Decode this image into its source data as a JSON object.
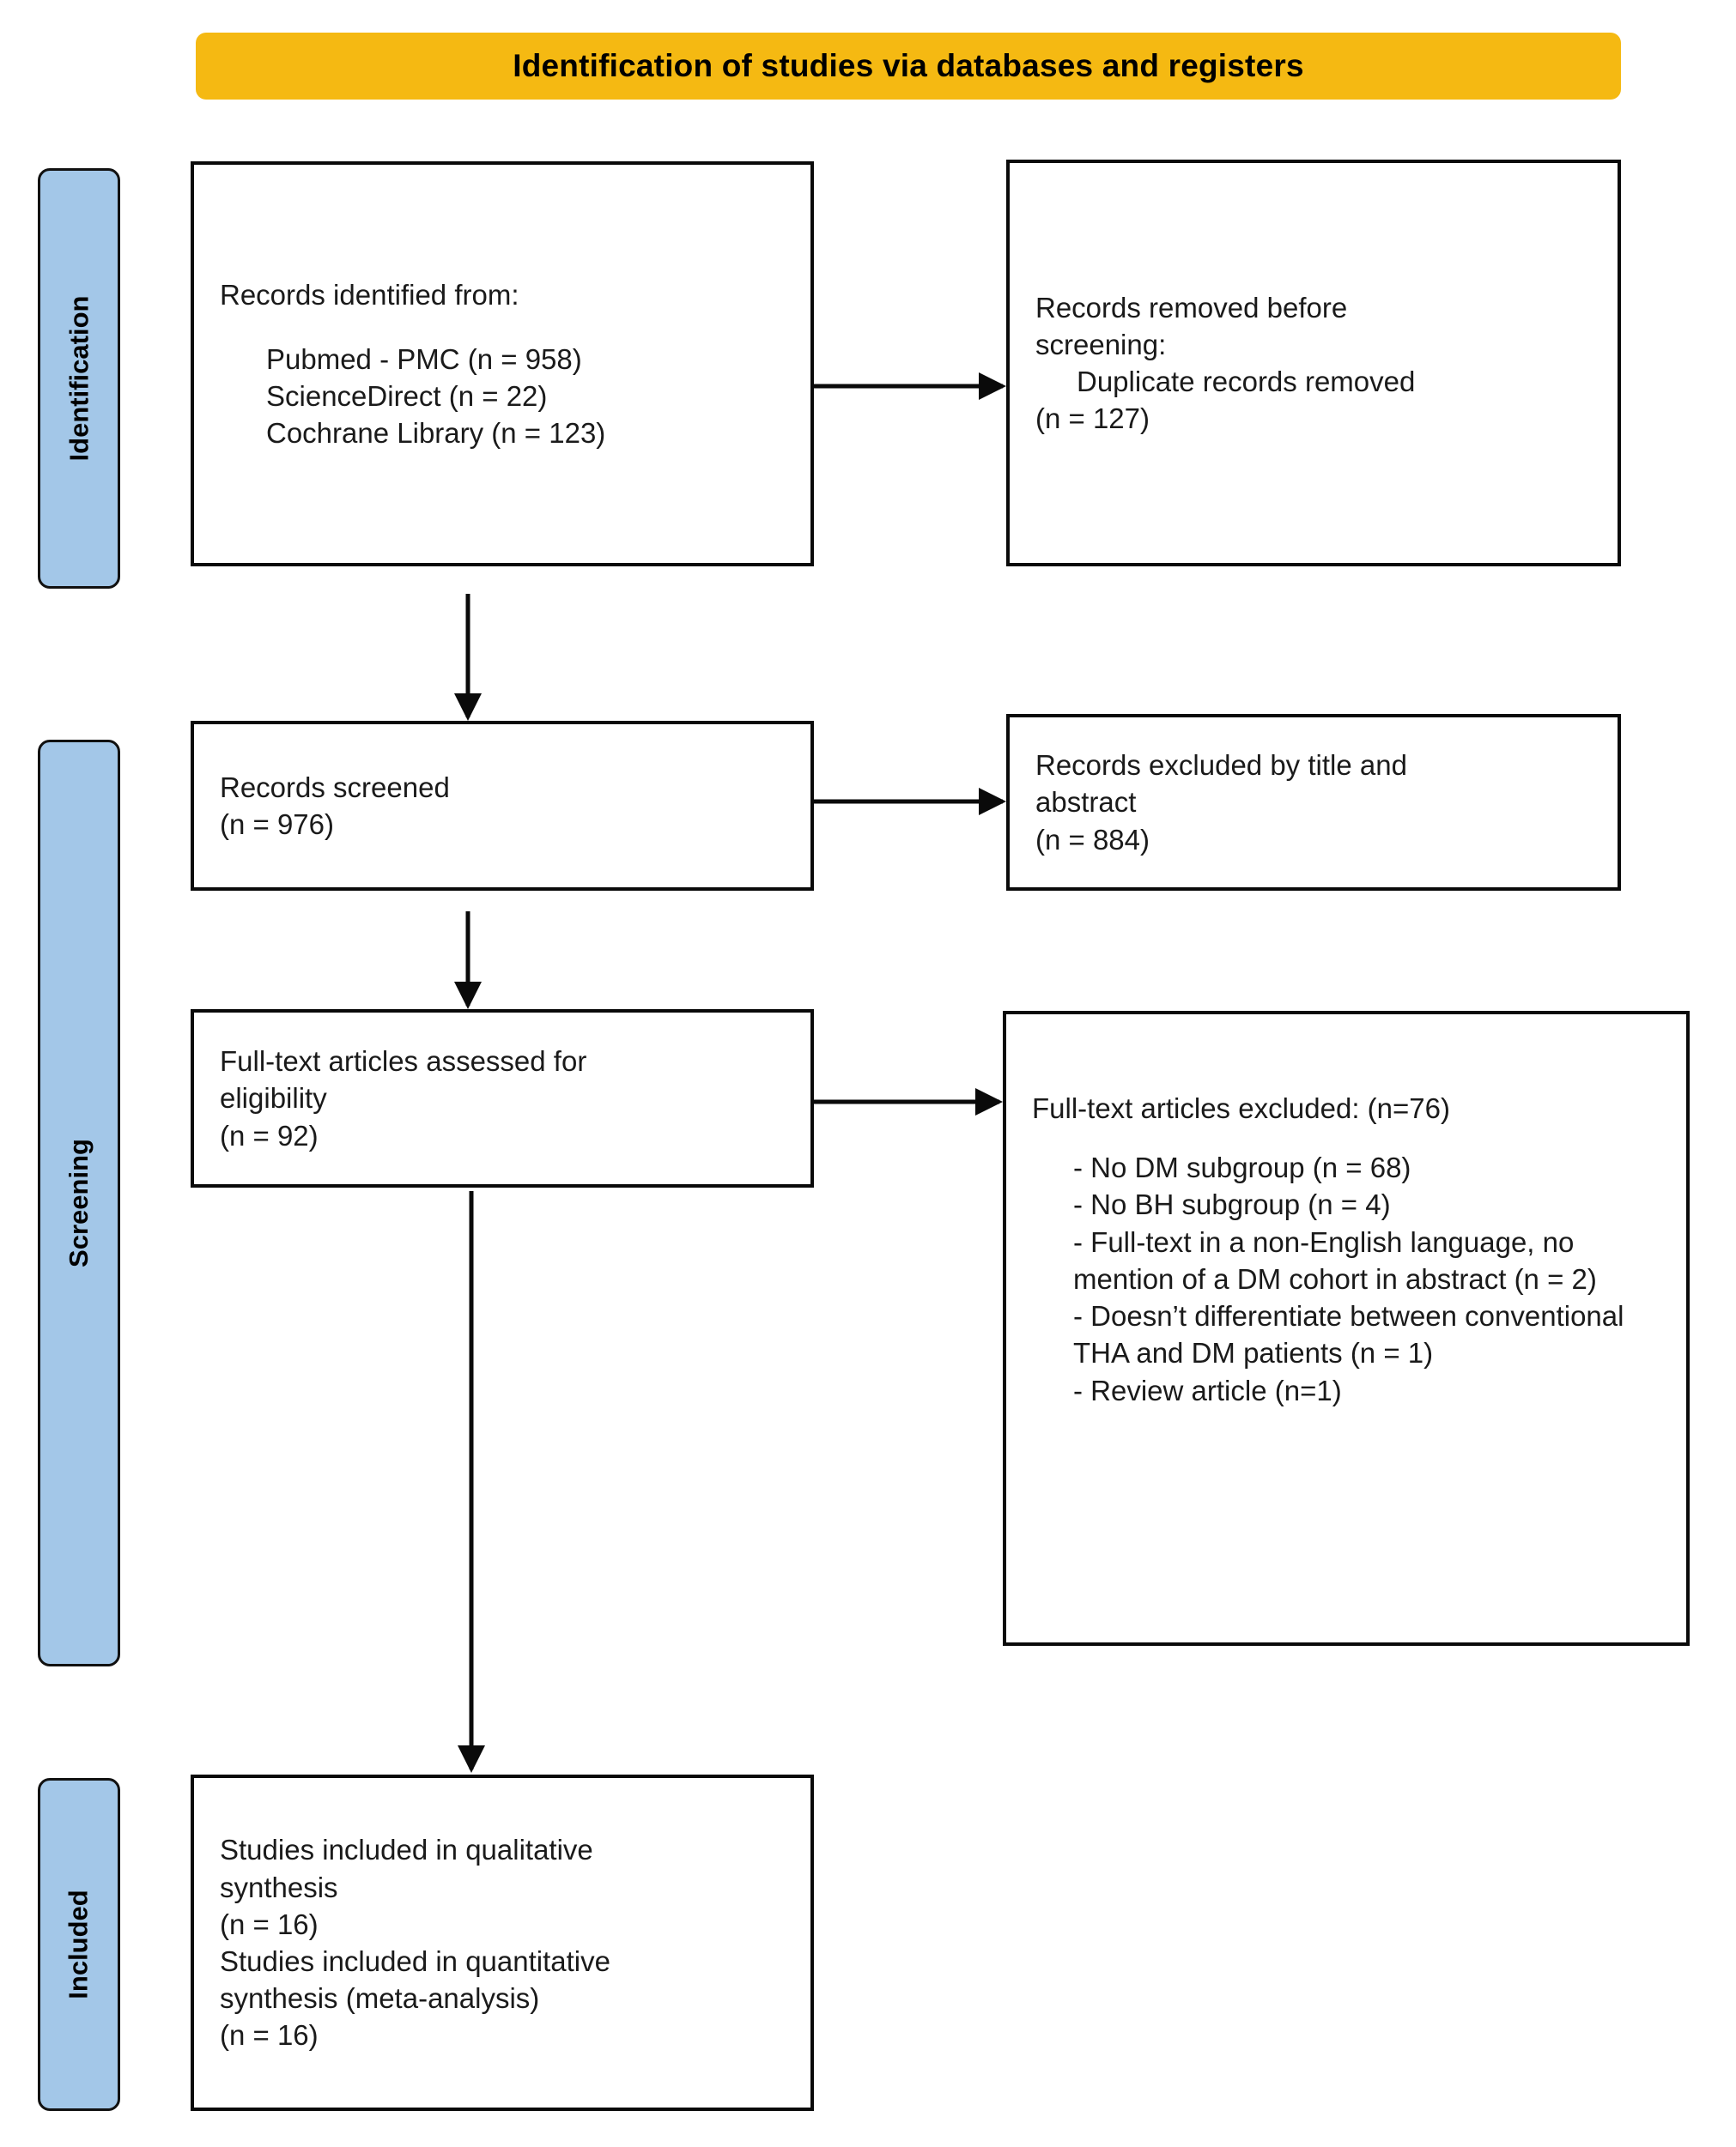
{
  "banner": {
    "title": "Identification of studies via databases and registers",
    "color": "#f5b912"
  },
  "stages": [
    {
      "key": "identification",
      "label": "Identification"
    },
    {
      "key": "screening",
      "label": "Screening"
    },
    {
      "key": "included",
      "label": "Included"
    }
  ],
  "stage_color": "#a3c7e8",
  "boxes": {
    "records_identified": {
      "heading": "Records identified from:",
      "sources": [
        "Pubmed - PMC (n = 958)",
        "ScienceDirect (n = 22)",
        "Cochrane Library (n = 123)"
      ]
    },
    "records_removed": {
      "heading_plain": "Records removed ",
      "heading_italic_1": "before",
      "heading_italic_2": "screening",
      "heading_colon": ":",
      "detail": "Duplicate records removed",
      "count": "(n = 127)"
    },
    "records_screened": {
      "heading": "Records screened",
      "count": "(n = 976)"
    },
    "records_excluded": {
      "heading_line_1": "Records excluded by title and",
      "heading_line_2": "abstract",
      "count": "(n = 884)"
    },
    "fulltext_assessed": {
      "heading_line_1": "Full-text articles assessed for",
      "heading_line_2": "eligibility",
      "count": "(n = 92)"
    },
    "fulltext_excluded": {
      "heading": "Full-text articles excluded: (n=76)",
      "reasons": [
        "- No DM subgroup (n = 68)",
        "- No BH subgroup (n = 4)",
        "- Full-text in a non-English language, no mention of a DM cohort in abstract (n = 2)",
        "- Doesn’t differentiate between conventional THA and DM patients (n = 1)",
        "- Review article (n=1)"
      ]
    },
    "studies_included": {
      "qualitative_line_1": "Studies included in qualitative",
      "qualitative_line_2": "synthesis",
      "qualitative_count": "(n = 16)",
      "quantitative_line_1": "Studies included in quantitative",
      "quantitative_line_2": "synthesis (meta-analysis)",
      "quantitative_count": "(n = 16)"
    }
  },
  "flow": {
    "identified_to_removed": "arrow-right",
    "identified_to_screened": "arrow-down",
    "screened_to_excluded": "arrow-right",
    "screened_to_fulltext": "arrow-down",
    "fulltext_to_excluded": "arrow-right",
    "fulltext_to_included": "arrow-down"
  }
}
